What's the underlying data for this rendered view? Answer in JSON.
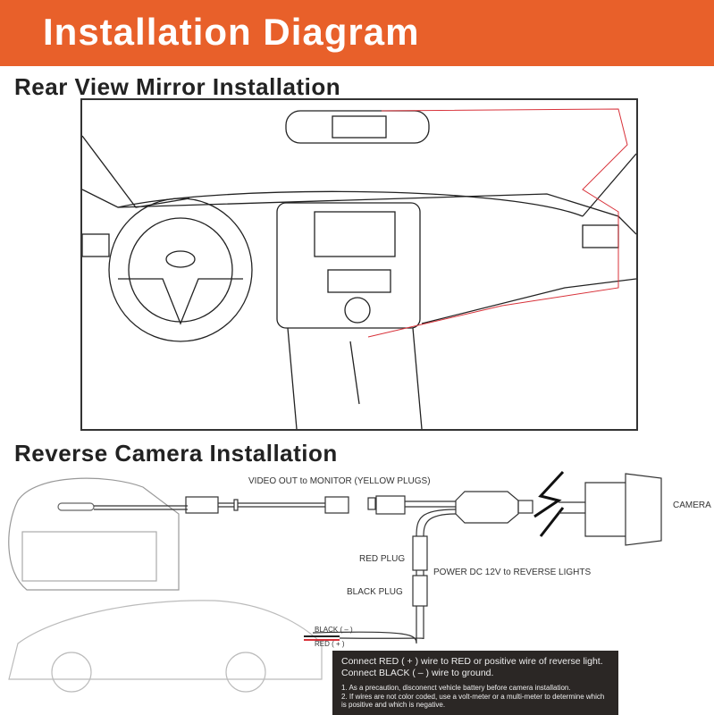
{
  "header": {
    "title": "Installation Diagram"
  },
  "sections": {
    "rear_view": "Rear View Mirror Installation",
    "reverse_camera": "Reverse Camera Installation"
  },
  "labels": {
    "video_out": "VIDEO OUT to MONITOR (YELLOW PLUGS)",
    "camera": "CAMERA",
    "red_plug": "RED PLUG",
    "black_plug": "BLACK PLUG",
    "power": "POWER DC 12V to REVERSE LIGHTS",
    "black_wire": "BLACK ( – )",
    "red_wire": "RED ( + )"
  },
  "note": {
    "main": "Connect RED ( + ) wire to RED or positive wire of reverse light. Connect BLACK ( – ) wire to ground.",
    "items": [
      "1. As a precaution, disconenct vehicle battery before camera installation.",
      "2. If wires are not color coded, use a volt-meter or a multi-meter to determine which is positive and which is negative."
    ]
  },
  "colors": {
    "header": "#e8602a",
    "wire": "#d8323a",
    "note_bg": "#2b2725"
  }
}
